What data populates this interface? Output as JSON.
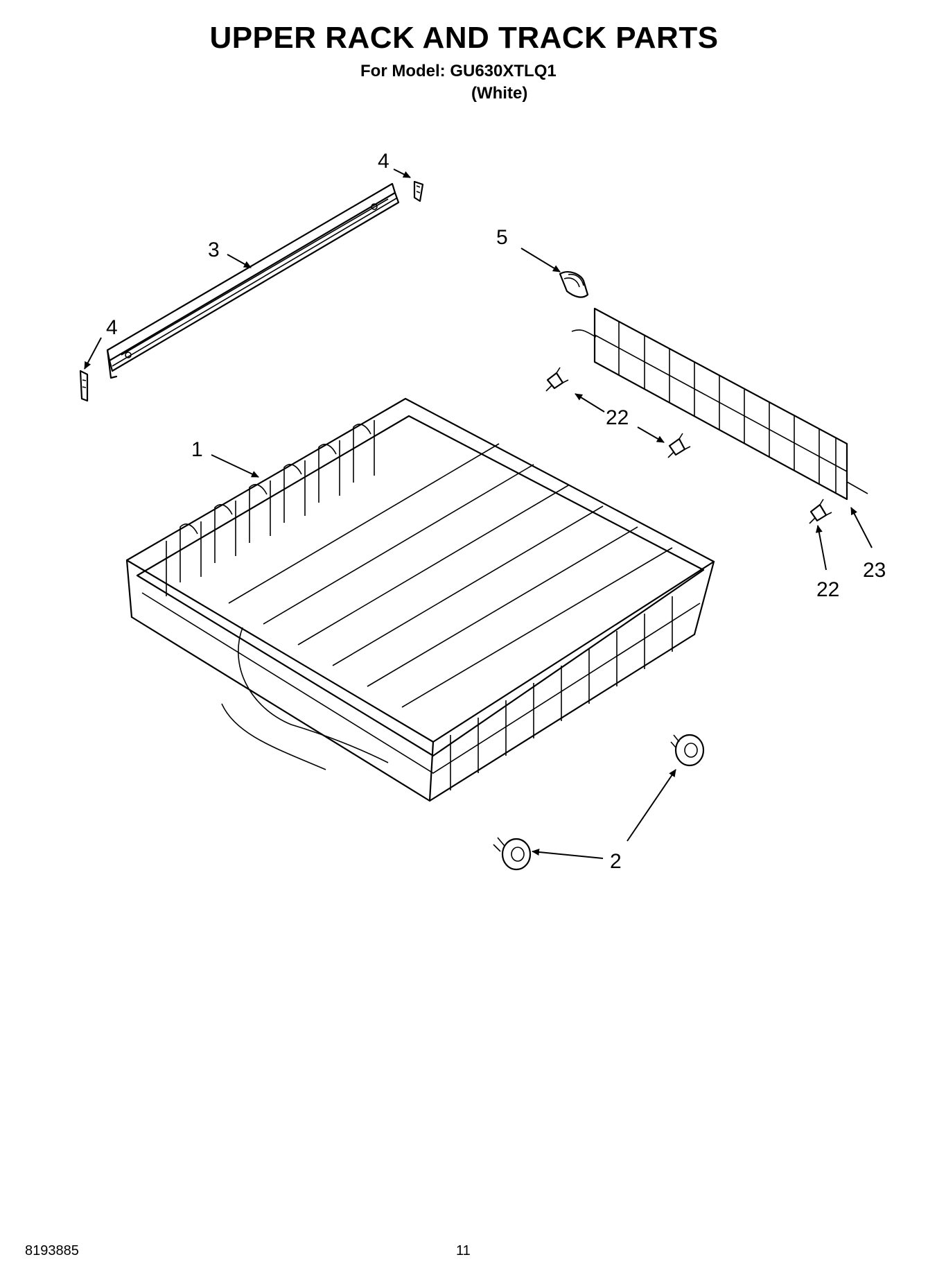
{
  "header": {
    "title": "UPPER RACK AND TRACK PARTS",
    "model_line": "For Model: GU630XTLQ1",
    "variant": "(White)"
  },
  "callouts": [
    {
      "id": "c4a",
      "label": "4"
    },
    {
      "id": "c3",
      "label": "3"
    },
    {
      "id": "c4b",
      "label": "4"
    },
    {
      "id": "c5",
      "label": "5"
    },
    {
      "id": "c1",
      "label": "1"
    },
    {
      "id": "c22a",
      "label": "22"
    },
    {
      "id": "c22b",
      "label": "22"
    },
    {
      "id": "c23",
      "label": "23"
    },
    {
      "id": "c2",
      "label": "2"
    }
  ],
  "footer": {
    "doc_number": "8193885",
    "page_number": "11"
  }
}
